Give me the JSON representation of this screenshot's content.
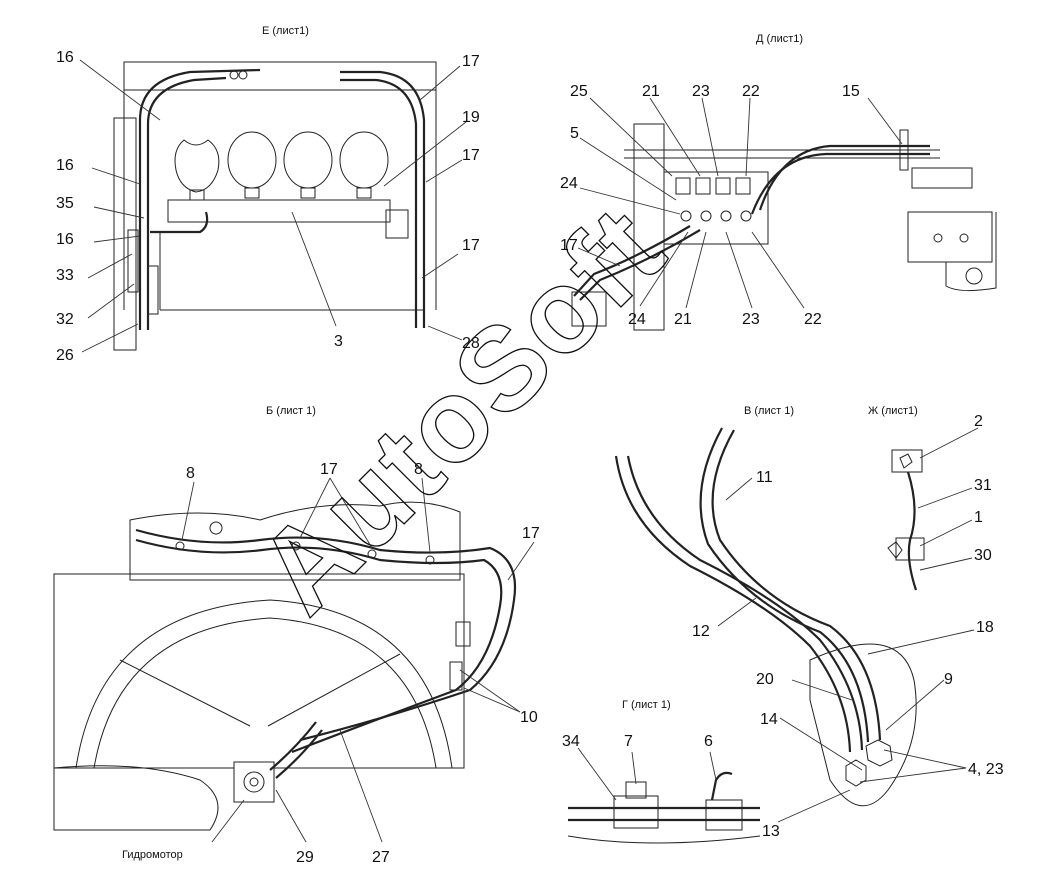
{
  "views": {
    "E": {
      "title": "Е (лист1)",
      "labels": [
        "16",
        "17",
        "19",
        "17",
        "16",
        "35",
        "16",
        "33",
        "32",
        "26",
        "3",
        "28",
        "17"
      ]
    },
    "D": {
      "title": "Д (лист1)",
      "labels": [
        "25",
        "21",
        "23",
        "22",
        "15",
        "5",
        "24",
        "17",
        "24",
        "21",
        "23",
        "22"
      ]
    },
    "B": {
      "title": "Б (лист 1)",
      "labels": [
        "8",
        "17",
        "8",
        "17",
        "10",
        "29",
        "27"
      ],
      "motor_label": "Гидромотор"
    },
    "V": {
      "title": "В (лист 1)",
      "labels": [
        "11",
        "12",
        "18",
        "20",
        "9",
        "14",
        "4, 23",
        "13"
      ]
    },
    "Zh": {
      "title": "Ж (лист1)",
      "labels": [
        "2",
        "31",
        "1",
        "30"
      ]
    },
    "G": {
      "title": "Г (лист 1)",
      "labels": [
        "34",
        "7",
        "6"
      ]
    }
  },
  "watermark": "AutoSoft"
}
